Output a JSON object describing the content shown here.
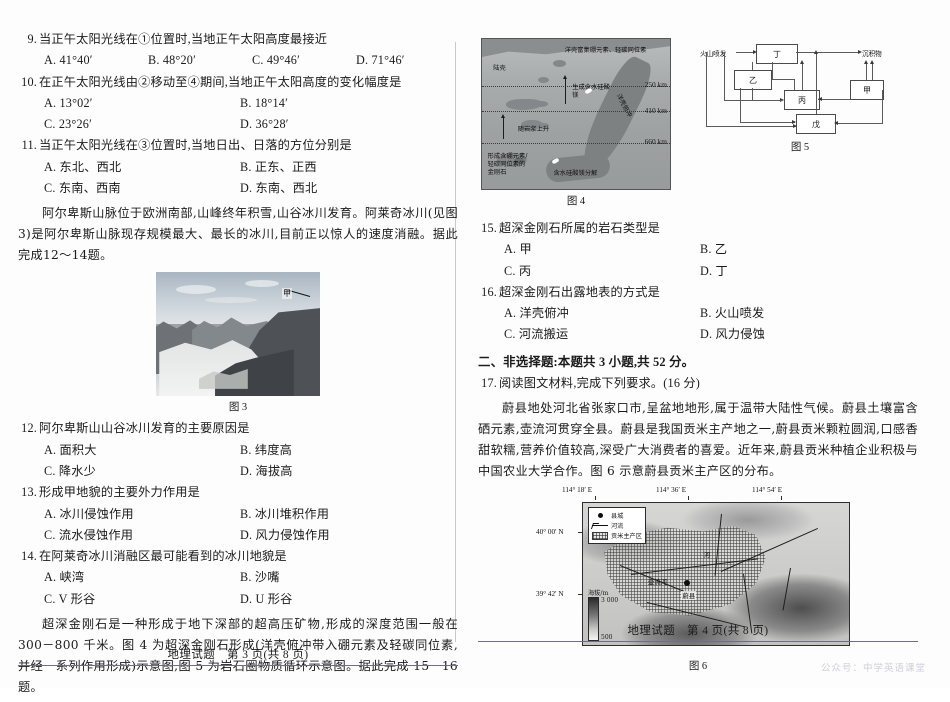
{
  "document": {
    "subject": "地理试题",
    "watermark": "公众号：中学英语课堂"
  },
  "left_page": {
    "footer": "地理试题　第 3 页(共 8 页)",
    "questions": [
      {
        "num": "9.",
        "stem": "当正午太阳光线在①位置时,当地正午太阳高度最接近",
        "layout": "four",
        "options": [
          "A. 41°40′",
          "B. 48°20′",
          "C. 49°46′",
          "D. 71°46′"
        ]
      },
      {
        "num": "10.",
        "stem": "在正午太阳光线由②移动至④期间,当地正午太阳高度的变化幅度是",
        "layout": "two",
        "options": [
          "A. 13°02′",
          "B. 18°14′",
          "C. 23°26′",
          "D. 36°28′"
        ]
      },
      {
        "num": "11.",
        "stem": "当正午太阳光线在③位置时,当地日出、日落的方位分别是",
        "layout": "two",
        "options": [
          "A. 东北、西北",
          "B. 正东、正西",
          "C. 东南、西南",
          "D. 东南、西北"
        ]
      }
    ],
    "passage_alps": "阿尔卑斯山脉位于欧洲南部,山峰终年积雪,山谷冰川发育。阿莱奇冰川(见图3)是阿尔卑斯山脉现存规模最大、最长的冰川,目前正以惊人的速度消融。据此完成12～14题。",
    "fig3_caption": "图 3",
    "fig3_label": "甲",
    "questions2": [
      {
        "num": "12.",
        "stem": "阿尔卑斯山山谷冰川发育的主要原因是",
        "layout": "two",
        "options": [
          "A. 面积大",
          "B. 纬度高",
          "C. 降水少",
          "D. 海拔高"
        ]
      },
      {
        "num": "13.",
        "stem": "形成甲地貌的主要外力作用是",
        "layout": "two",
        "options": [
          "A. 冰川侵蚀作用",
          "B. 冰川堆积作用",
          "C. 流水侵蚀作用",
          "D. 风力侵蚀作用"
        ]
      },
      {
        "num": "14.",
        "stem": "在阿莱奇冰川消融区最可能看到的冰川地貌是",
        "layout": "two",
        "options": [
          "A. 峡湾",
          "B. 沙嘴",
          "C. V 形谷",
          "D. U 形谷"
        ]
      }
    ],
    "passage_diamond": "超深金刚石是一种形成于地下深部的超高压矿物,形成的深度范围一般在 300－800 千米。图 4 为超深金刚石形成(洋壳俯冲带入硼元素及轻碳同位素,并经一系列作用形成)示意图,图 5 为岩石圈物质循环示意图。据此完成 15－16 题。"
  },
  "right_page": {
    "footer": "地理试题　第 4 页(共 8 页)",
    "fig4": {
      "caption": "图 4",
      "labels": {
        "top_right": "洋壳富集硼元素、轻碳同位素",
        "mantle": "陆壳",
        "hydrous": "生成含水硅酸镁",
        "subduct": "洋壳俯冲",
        "plume": "随岩浆上升",
        "deep": "形成含硼元素/轻碳同位素的金刚石",
        "decomp": "含水硅酸镁分解"
      },
      "depths": [
        "250 km",
        "410 km",
        "660 km"
      ]
    },
    "fig5": {
      "caption": "图 5",
      "input_label": "火山喷发",
      "output_label": "沉积物",
      "boxes": [
        "丁",
        "乙",
        "丙",
        "戊",
        "甲"
      ]
    },
    "questions": [
      {
        "num": "15.",
        "stem": "超深金刚石所属的岩石类型是",
        "layout": "two",
        "options": [
          "A. 甲",
          "B. 乙",
          "C. 丙",
          "D. 丁"
        ]
      },
      {
        "num": "16.",
        "stem": "超深金刚石出露地表的方式是",
        "layout": "two",
        "options": [
          "A. 洋壳俯冲",
          "B. 火山喷发",
          "C. 河流搬运",
          "D. 风力侵蚀"
        ]
      }
    ],
    "section_heading": "二、非选择题:本题共 3 小题,共 52 分。",
    "q17": {
      "num": "17.",
      "stem": "阅读图文材料,完成下列要求。(16 分)",
      "passage": "蔚县地处河北省张家口市,呈盆地地形,属于温带大陆性气候。蔚县土壤富含硒元素,壶流河贯穿全县。蔚县是我国贡米主产地之一,蔚县贡米颗粒圆润,口感香甜软糯,营养价值较高,深受广大消费者的喜爱。近年来,蔚县贡米种植企业积极与中国农业大学合作。图 6 示意蔚县贡米主产区的分布。"
    },
    "fig6": {
      "caption": "图 6",
      "lon_labels": [
        "114° 18′ E",
        "114° 36′ E",
        "114° 54′ E"
      ],
      "lat_labels": [
        "40° 00′ N",
        "39° 42′ N"
      ],
      "legend": [
        {
          "symbol": "dot",
          "label": "县城"
        },
        {
          "symbol": "river",
          "label": "河流"
        },
        {
          "symbol": "rice",
          "label": "贡米主产区"
        }
      ],
      "scale_title": "海拔/m",
      "scale_top": "3 000",
      "scale_bottom": "500",
      "place_labels": [
        "蔚县",
        "壶流河",
        "河"
      ]
    }
  }
}
